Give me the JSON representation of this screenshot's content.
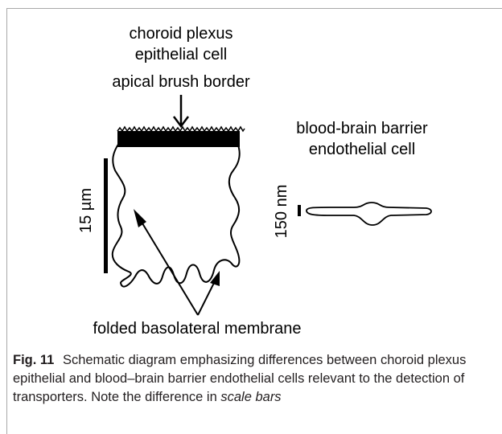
{
  "labels": {
    "cp_line1": "choroid plexus",
    "cp_line2": "epithelial cell",
    "brush_border": "apical brush border",
    "bbb_line1": "blood-brain barrier",
    "bbb_line2": "endothelial cell",
    "scale_cp": "15 µm",
    "scale_bbb": "150 nm",
    "basolateral": "folded basolateral membrane"
  },
  "caption": {
    "fig_label": "Fig. 11",
    "text_before": "Schematic diagram emphasizing differences between choroid plexus epithelial and blood–brain barrier endothelial cells relevant to the detection of transporters. Note the difference in",
    "italic": "scale bars"
  }
}
